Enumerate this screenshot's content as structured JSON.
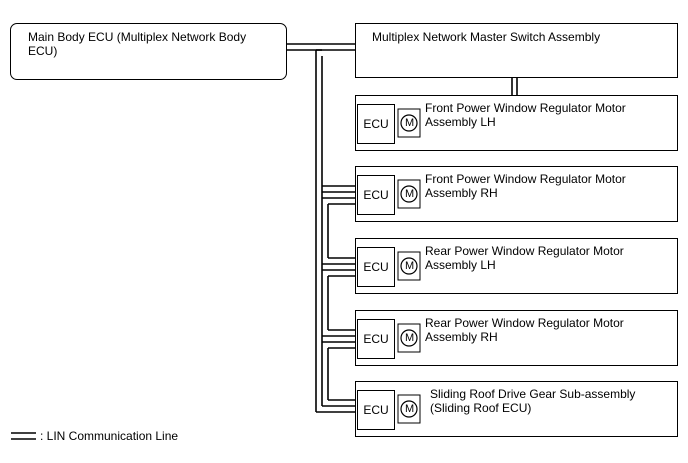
{
  "main_body_ecu": {
    "label": "Main Body ECU (Multiplex Network Body\nECU)"
  },
  "master_switch": {
    "label": "Multiplex Network Master Switch Assembly"
  },
  "devices": [
    {
      "ecu_label": "ECU",
      "motor_label": "M",
      "name": "Front Power Window Regulator Motor\nAssembly LH"
    },
    {
      "ecu_label": "ECU",
      "motor_label": "M",
      "name": "Front Power Window Regulator Motor\nAssembly RH"
    },
    {
      "ecu_label": "ECU",
      "motor_label": "M",
      "name": "Rear Power Window Regulator Motor\nAssembly LH"
    },
    {
      "ecu_label": "ECU",
      "motor_label": "M",
      "name": "Rear Power Window Regulator Motor\nAssembly RH"
    },
    {
      "ecu_label": "ECU",
      "motor_label": "M",
      "name": "Sliding Roof Drive Gear Sub-assembly\n(Sliding Roof ECU)"
    }
  ],
  "legend": {
    "text": ": LIN Communication Line",
    "icon": "double-line-icon"
  }
}
